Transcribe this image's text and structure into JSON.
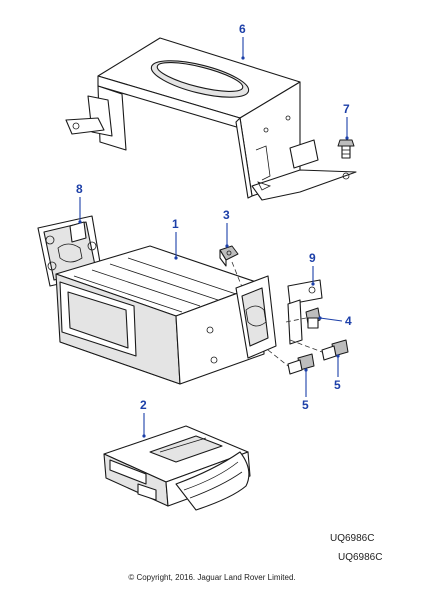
{
  "callouts": {
    "c1": "1",
    "c2": "2",
    "c3": "3",
    "c4": "4",
    "c5a": "5",
    "c5b": "5",
    "c6": "6",
    "c7": "7",
    "c8": "8",
    "c9": "9"
  },
  "reference_codes": [
    "UQ6986C",
    "UQ6986C"
  ],
  "copyright": "© Copyright, 2016. Jaguar Land Rover Limited.",
  "colors": {
    "callout": "#1c3fa8",
    "line_art": "#1a1a1a"
  }
}
